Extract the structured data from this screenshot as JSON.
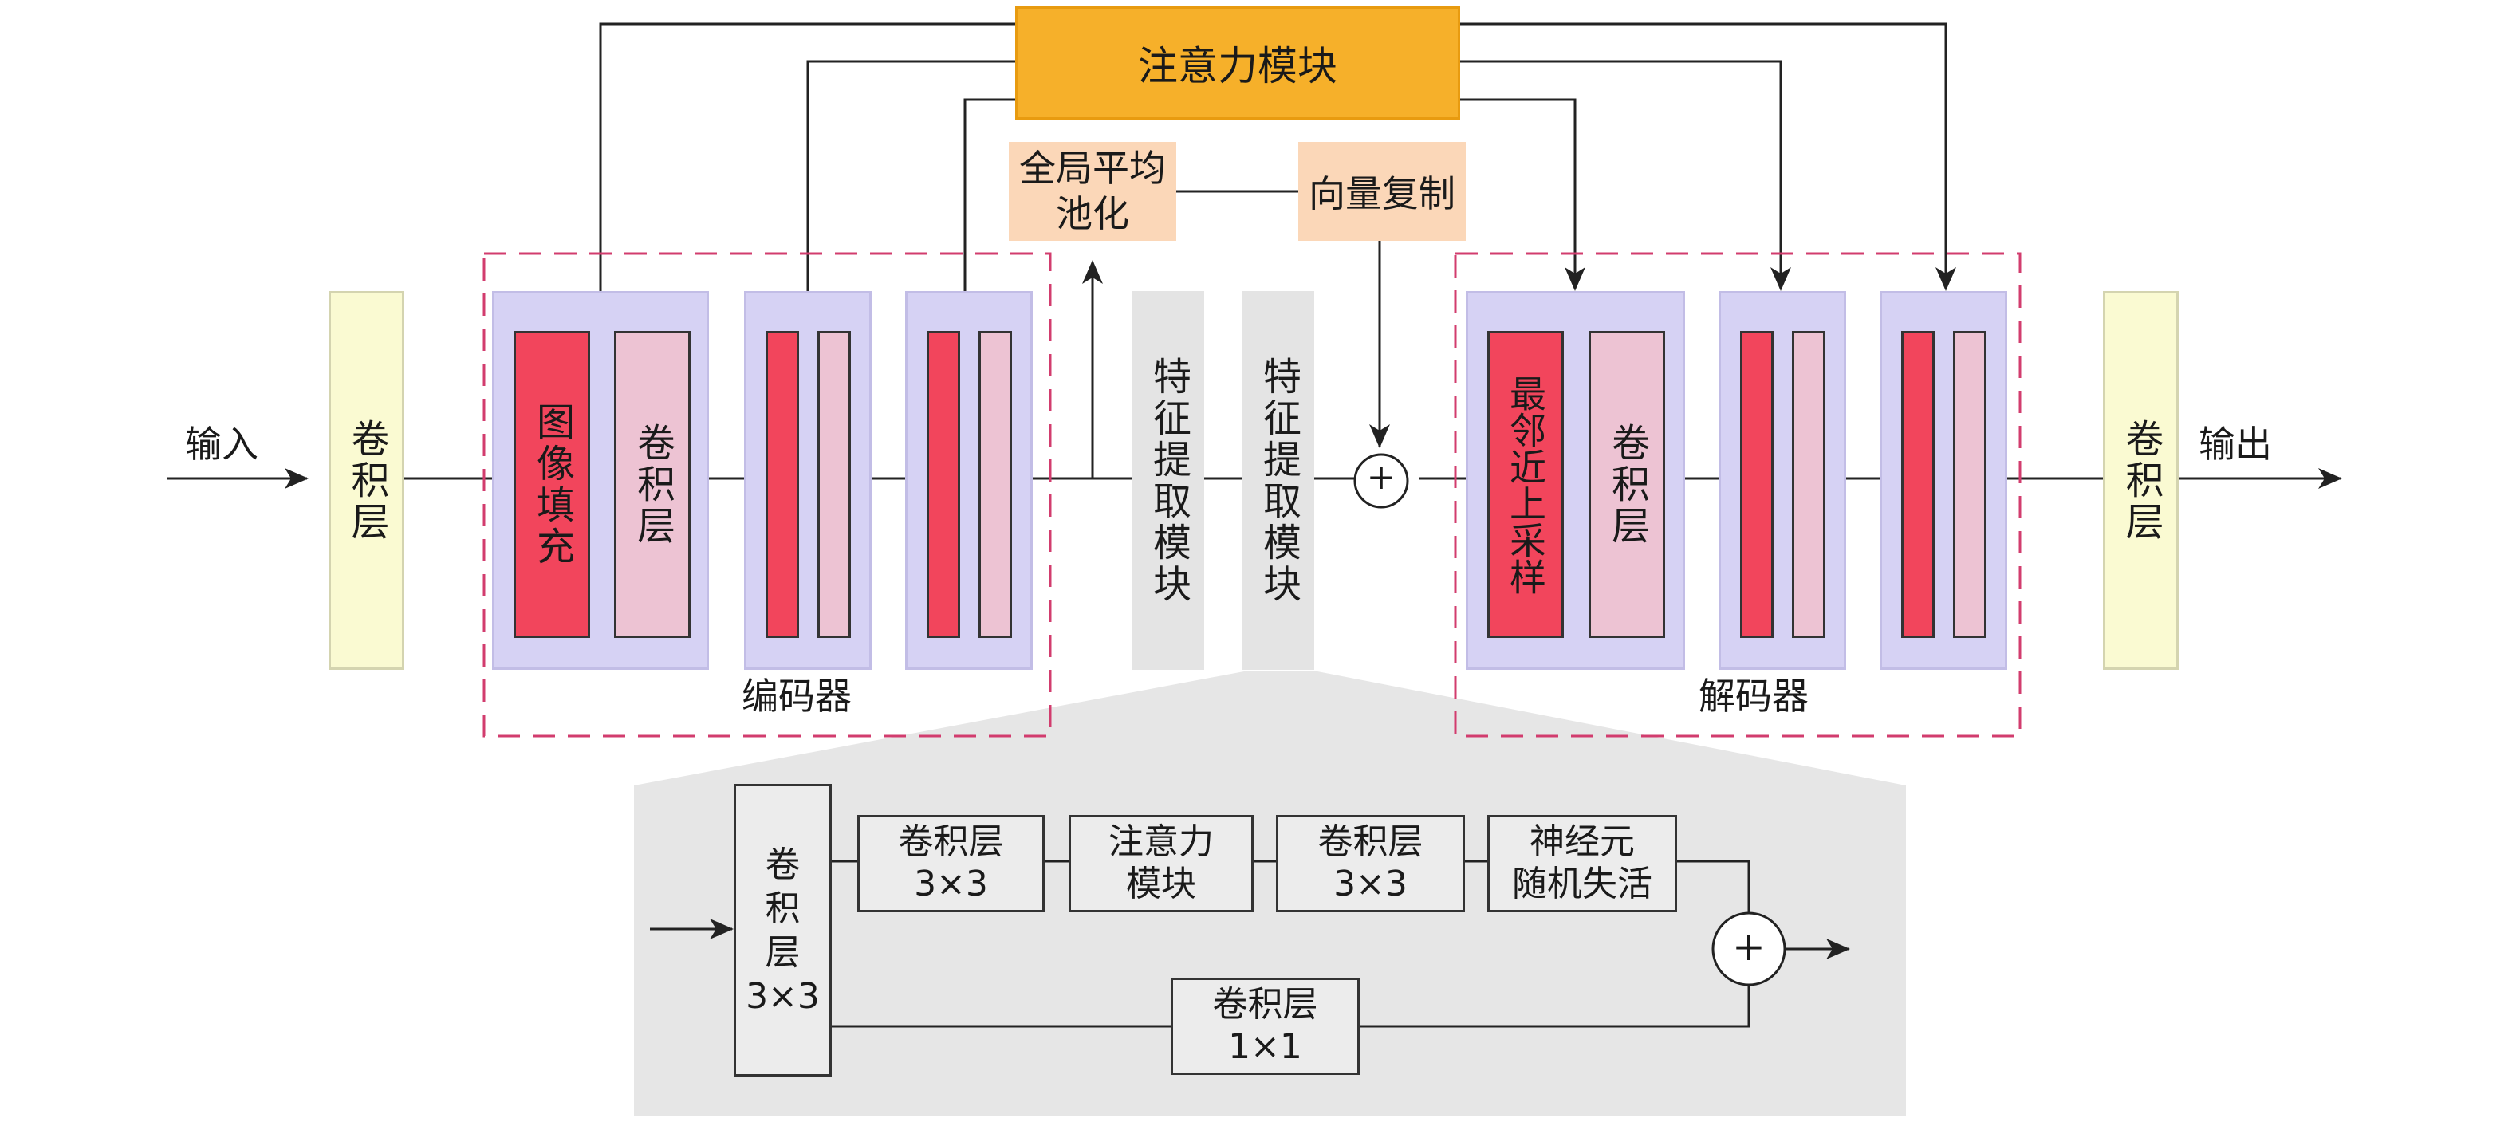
{
  "diagram": {
    "attention_top": "注意力模块",
    "gap_label": "全局平均\n池化",
    "vector_copy": "向量复制",
    "input_label": "输入",
    "output_label": "输出",
    "conv_in": "卷积层",
    "conv_out": "卷积层",
    "encoder": {
      "label": "编码器",
      "pad": "图像填充",
      "conv": "卷积层"
    },
    "decoder": {
      "label": "解码器",
      "upsample": "最邻近上采样",
      "conv": "卷积层"
    },
    "feature_module_1": "特征提取模块",
    "feature_module_2": "特征提取模块",
    "plus_symbol": "+",
    "detail": {
      "conv3x3_main": "卷积层\n3×3",
      "conv3x3_a": "卷积层\n3×3",
      "attention": "注意力\n模块",
      "conv3x3_b": "卷积层\n3×3",
      "dropout": "神经元\n随机失活",
      "conv1x1": "卷积层\n1×1",
      "plus_symbol": "+"
    },
    "colors": {
      "attention_fill": "#f6b02a",
      "conv_fill": "#fafad2",
      "stage_fill": "#d6d2f4",
      "red_fill": "#f2455c",
      "pink_fill": "#edc3d3",
      "peach_fill": "#fbd7b8",
      "grey_fill": "#e4e4e4",
      "dash_color": "#d23c6e"
    }
  }
}
